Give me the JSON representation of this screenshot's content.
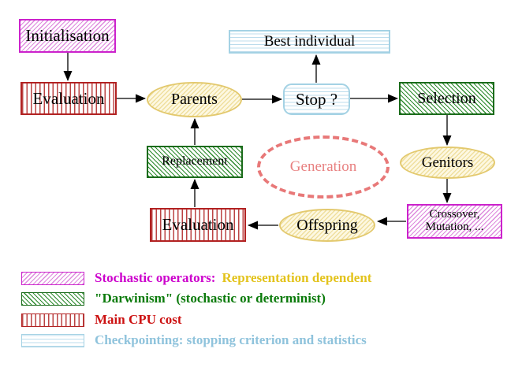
{
  "nodes": {
    "initialisation": "Initialisation",
    "evaluation_top": "Evaluation",
    "parents": "Parents",
    "best_individual": "Best individual",
    "stop": "Stop ?",
    "selection": "Selection",
    "genitors": "Genitors",
    "crossover_line1": "Crossover,",
    "crossover_line2": "Mutation, ...",
    "offspring": "Offspring",
    "evaluation_bottom": "Evaluation",
    "replacement": "Replacement",
    "generation": "Generation"
  },
  "legend": [
    {
      "label": "Stochastic operators:",
      "label2": "Representation dependent",
      "swatch": "magenta-diagonal-hatch",
      "label_color": "#cc00cc",
      "label2_color": "#e3c31c"
    },
    {
      "label": "\"Darwinism\" (stochastic or determinist)",
      "swatch": "green-diagonal-hatch",
      "label_color": "#0a7a0a"
    },
    {
      "label": "Main CPU cost",
      "swatch": "red-vertical-lines",
      "label_color": "#cc1111"
    },
    {
      "label": "Checkpointing: stopping criterion and statistics",
      "swatch": "cyan-horizontal-lines",
      "label_color": "#8fc3dc"
    }
  ],
  "colors": {
    "magenta": "#cc22cc",
    "green": "#1a6b1a",
    "red": "#b22222",
    "cyan": "#a4d2e4",
    "yellow": "#e3c96e",
    "salmon": "#e87878",
    "arrow": "#000000",
    "background": "#ffffff"
  }
}
